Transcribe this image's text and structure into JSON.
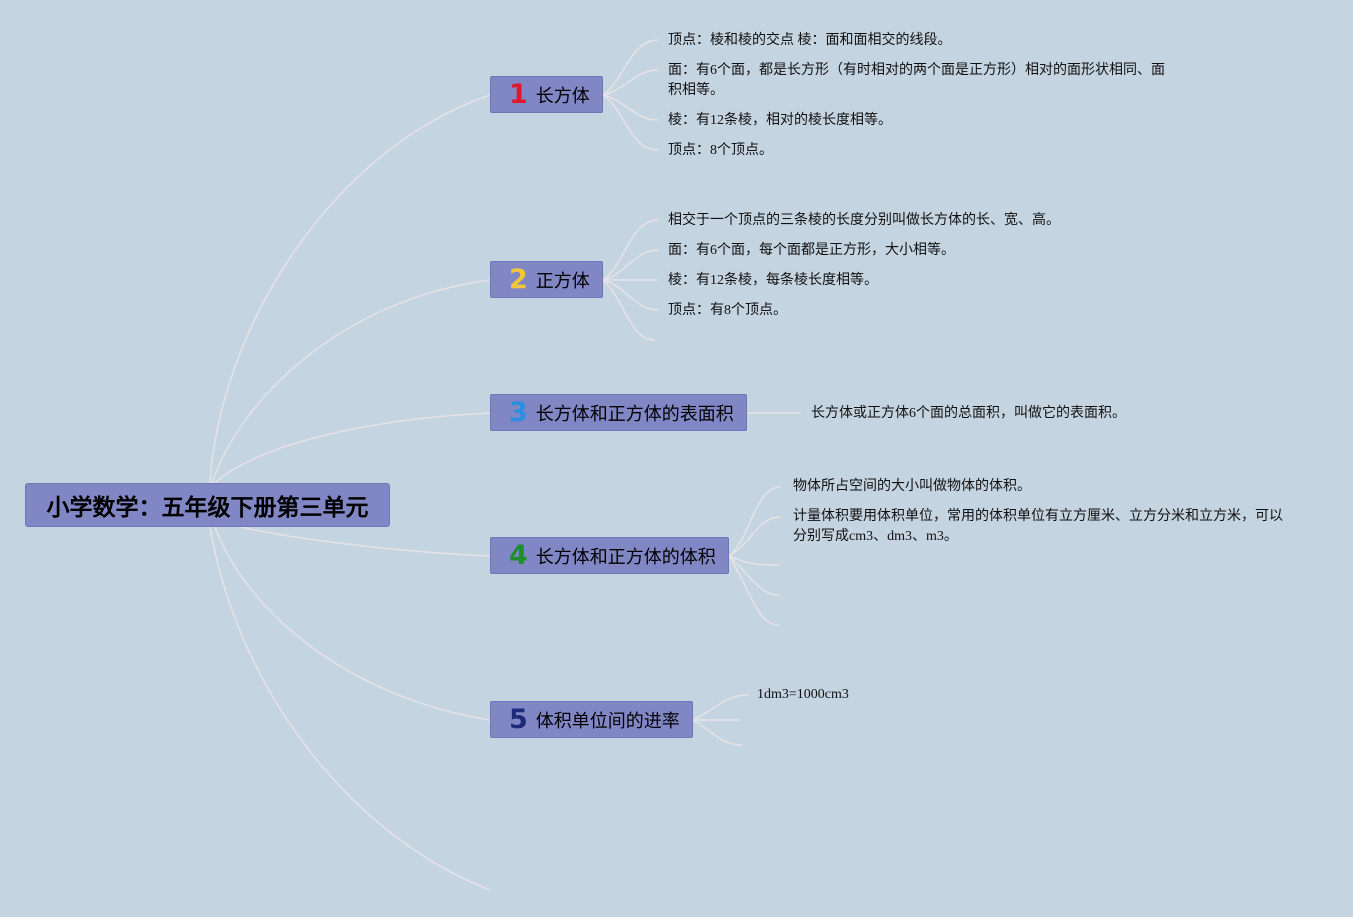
{
  "root": {
    "title": "小学数学：五年级下册第三单元"
  },
  "branches": [
    {
      "number": "1",
      "number_color": "#e0182e",
      "title": "长方体",
      "leaves": [
        "顶点：棱和棱的交点 棱：面和面相交的线段。",
        "面：有6个面，都是长方形（有时相对的两个面是正方形）相对的面形状相同、面积相等。",
        "棱：有12条棱，相对的棱长度相等。",
        "顶点：8个顶点。"
      ]
    },
    {
      "number": "2",
      "number_color": "#f2c63a",
      "title": "正方体",
      "leaves": [
        "相交于一个顶点的三条棱的长度分别叫做长方体的长、宽、高。",
        "面：有6个面，每个面都是正方形，大小相等。",
        "棱：有12条棱，每条棱长度相等。",
        "顶点：有8个顶点。"
      ]
    },
    {
      "number": "3",
      "number_color": "#2a8fe0",
      "title": "长方体和正方体的表面积",
      "leaves": [
        "长方体或正方体6个面的总面积，叫做它的表面积。"
      ]
    },
    {
      "number": "4",
      "number_color": "#1e8f2a",
      "title": "长方体和正方体的体积",
      "leaves": [
        "物体所占空间的大小叫做物体的体积。",
        "计量体积要用体积单位，常用的体积单位有立方厘米、立方分米和立方米，可以分别写成cm3、dm3、m3。"
      ]
    },
    {
      "number": "5",
      "number_color": "#1c2a7a",
      "title": "体积单位间的进率",
      "leaves": [
        "1dm3=1000cm3"
      ]
    }
  ],
  "colors": {
    "background": "#c5d4e1",
    "node_fill": "#8087c4",
    "link": "#e6e3e6"
  }
}
